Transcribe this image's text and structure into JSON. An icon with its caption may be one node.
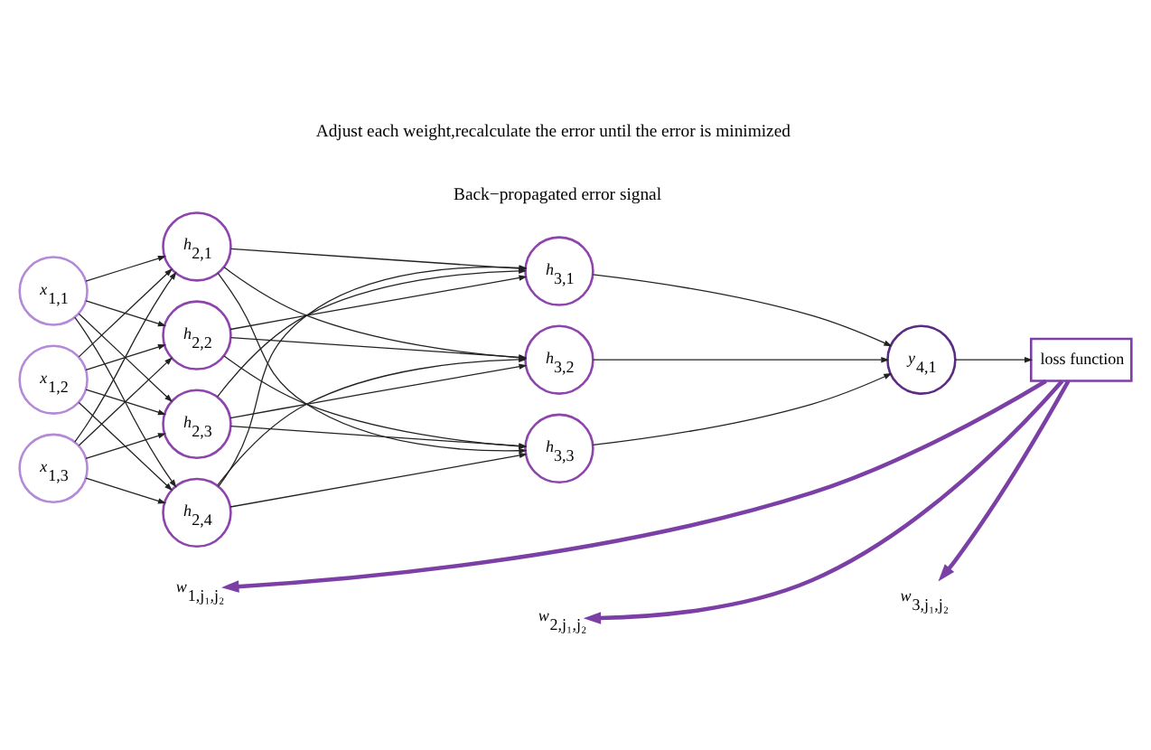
{
  "diagram": {
    "nodes": [
      {
        "text": [
          "x$_{1,1}$"
        ]
      },
      {
        "text": [
          "x$_{1,2}$"
        ]
      },
      {
        "text": [
          "x$_{1,3}$"
        ]
      },
      {
        "text": [
          "h$_{2,1}$"
        ]
      },
      {
        "text": [
          "h$_{2,2}$"
        ]
      },
      {
        "text": [
          "h$_{2,3}$"
        ]
      },
      {
        "text": [
          "h$_{2,4}$"
        ]
      },
      {
        "text": [
          "h$_{3,1}$"
        ]
      },
      {
        "text": [
          "h$_{3,2}$"
        ]
      },
      {
        "text": [
          "h$_{3,3}$"
        ]
      },
      {
        "text": [
          "y$_{4,1}$"
        ]
      },
      {
        "text": [
          "loss function"
        ]
      },
      {
        "text": [
          "w$_{1,j₁,j₂}$"
        ]
      },
      {
        "text": [
          "w$_{2,j₁,j₂}$"
        ]
      },
      {
        "text": [
          "w$_{3,j₁,j₂}$"
        ]
      }
    ],
    "edges": [
      {
        "from": 0,
        "to": 3,
        "arrow": "to"
      },
      {
        "from": 0,
        "to": 4,
        "arrow": "to"
      },
      {
        "from": 0,
        "to": 5,
        "arrow": "to"
      },
      {
        "from": 0,
        "to": 6,
        "arrow": "to"
      },
      {
        "from": 1,
        "to": 3,
        "arrow": "to"
      },
      {
        "from": 1,
        "to": 4,
        "arrow": "to"
      },
      {
        "from": 1,
        "to": 5,
        "arrow": "to"
      },
      {
        "from": 1,
        "to": 6,
        "arrow": "to"
      },
      {
        "from": 2,
        "to": 3,
        "arrow": "to"
      },
      {
        "from": 2,
        "to": 4,
        "arrow": "to"
      },
      {
        "from": 2,
        "to": 5,
        "arrow": "to"
      },
      {
        "from": 2,
        "to": 6,
        "arrow": "to"
      },
      {
        "from": 3,
        "to": 7,
        "arrow": "to"
      },
      {
        "from": 3,
        "to": 8,
        "arrow": "to"
      },
      {
        "from": 3,
        "to": 9,
        "arrow": "to"
      },
      {
        "from": 4,
        "to": 7,
        "arrow": "to"
      },
      {
        "from": 4,
        "to": 8,
        "arrow": "to"
      },
      {
        "from": 4,
        "to": 9,
        "arrow": "to"
      },
      {
        "from": 5,
        "to": 7,
        "arrow": "to"
      },
      {
        "from": 5,
        "to": 8,
        "arrow": "to"
      },
      {
        "from": 5,
        "to": 9,
        "arrow": "to"
      },
      {
        "from": 6,
        "to": 7,
        "arrow": "to"
      },
      {
        "from": 6,
        "to": 8,
        "arrow": "to"
      },
      {
        "from": 6,
        "to": 9,
        "arrow": "to"
      },
      {
        "from": 7,
        "to": 10,
        "arrow": "to"
      },
      {
        "from": 8,
        "to": 10,
        "arrow": "to"
      },
      {
        "from": 9,
        "to": 10,
        "arrow": "to"
      },
      {
        "from": 10,
        "to": 11,
        "arrow": "to"
      },
      {
        "from": 11,
        "to": 12,
        "arrow": "to",
        "style": "thick",
        "color": "#7b3fa6"
      },
      {
        "from": 11,
        "to": 13,
        "arrow": "to",
        "style": "thick",
        "color": "#7b3fa6"
      },
      {
        "from": 11,
        "to": 14,
        "arrow": "to",
        "style": "thick",
        "color": "#7b3fa6"
      }
    ],
    "labels": [
      "Back−propagated error signal",
      "Adjust each weight,recalculate the error until the error is minimized"
    ]
  }
}
